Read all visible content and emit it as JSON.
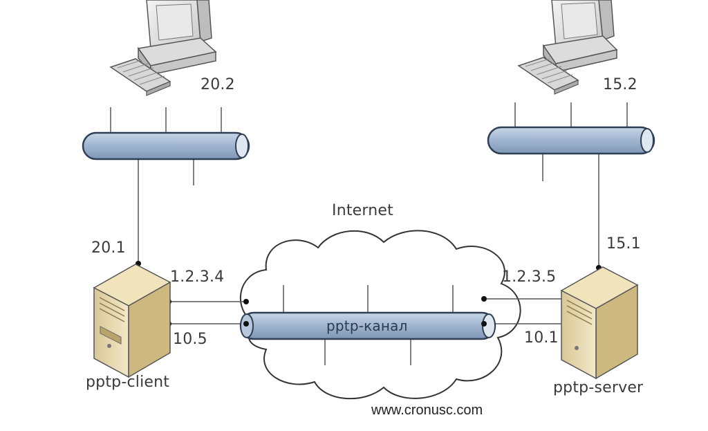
{
  "labels": {
    "internet": "Internet",
    "tunnel": "pptp-канал",
    "client_name": "pptp-client",
    "server_name": "pptp-server",
    "client_lan_pc": "20.2",
    "server_lan_pc": "15.2",
    "client_lan_if": "20.1",
    "server_lan_if": "15.1",
    "client_wan_ip": "1.2.3.4",
    "server_wan_ip": "1.2.3.5",
    "client_tunnel_ip": "10.5",
    "server_tunnel_ip": "10.1"
  },
  "watermark": "www.cronusc.com",
  "colors": {
    "bus_fill": "#a9bdd6",
    "bus_stroke": "#2f3e52",
    "server_body": "#e8d9ae",
    "cloud_stroke": "#333333",
    "line": "#555555"
  }
}
